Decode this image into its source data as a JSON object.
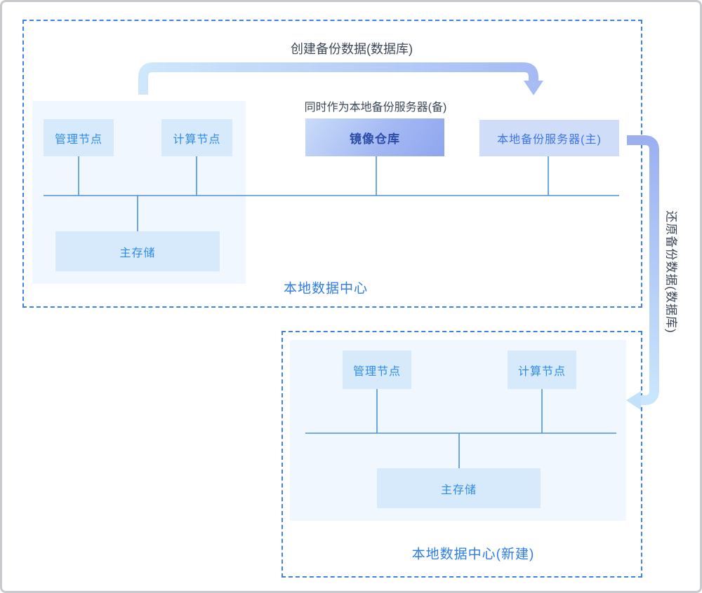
{
  "annotations": {
    "create_backup": "创建备份数据(数据库)",
    "dual_role_note": "同时作为本地备份服务器(备)",
    "restore_backup": "还原备份数据(数据库)"
  },
  "datacenters": {
    "dc1": {
      "name": "本地数据中心",
      "nodes": {
        "management": "管理节点",
        "compute": "计算节点",
        "mirror_repository": "镜像仓库",
        "backup_server_primary": "本地备份服务器(主)",
        "primary_storage": "主存储"
      }
    },
    "dc2": {
      "name": "本地数据中心(新建)",
      "nodes": {
        "management": "管理节点",
        "compute": "计算节点",
        "primary_storage": "主存储"
      }
    }
  },
  "colors": {
    "accent_blue": "#2d7ce8",
    "node_text_blue": "#2f8ae8",
    "node_bg": "#d6eafc",
    "panel_bg": "#f1f7fe",
    "dashed_border": "#3f81e8",
    "connector_line": "#4a90e2",
    "mirror_gradient_start": "#c9dcf9",
    "mirror_gradient_end": "#8fa6ef",
    "mirror_text": "#2b4da8",
    "backup_primary_bg": "#cfddf9",
    "backup_primary_text": "#3b76e8",
    "create_arrow_start": "#cfe7fb",
    "create_arrow_end": "#a6bbf4",
    "restore_arrow_start": "#9cb0f1",
    "restore_arrow_end": "#c9e7fc",
    "annotation_text": "#3c4858",
    "frame_border": "#c9cacd"
  }
}
